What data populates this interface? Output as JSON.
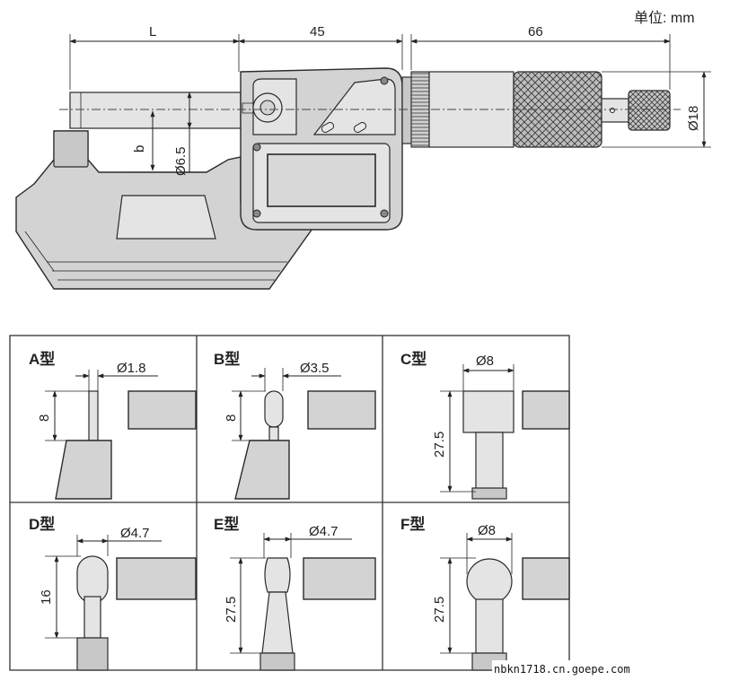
{
  "unit_label": "单位: mm",
  "top_view": {
    "dim_L": "L",
    "dim_45": "45",
    "dim_66": "66",
    "dim_b": "b",
    "dim_spindle": "Ø6.5",
    "dim_thimble": "Ø18"
  },
  "panels": [
    {
      "type": "A型",
      "diameter": "Ø1.8",
      "height": "8"
    },
    {
      "type": "B型",
      "diameter": "Ø3.5",
      "height": "8"
    },
    {
      "type": "C型",
      "diameter": "Ø8",
      "height": "27.5"
    },
    {
      "type": "D型",
      "diameter": "Ø4.7",
      "height": "16"
    },
    {
      "type": "E型",
      "diameter": "Ø4.7",
      "height": "27.5"
    },
    {
      "type": "F型",
      "diameter": "Ø8",
      "height": "27.5"
    }
  ],
  "watermark": "nbkn1718.cn.goepe.com"
}
